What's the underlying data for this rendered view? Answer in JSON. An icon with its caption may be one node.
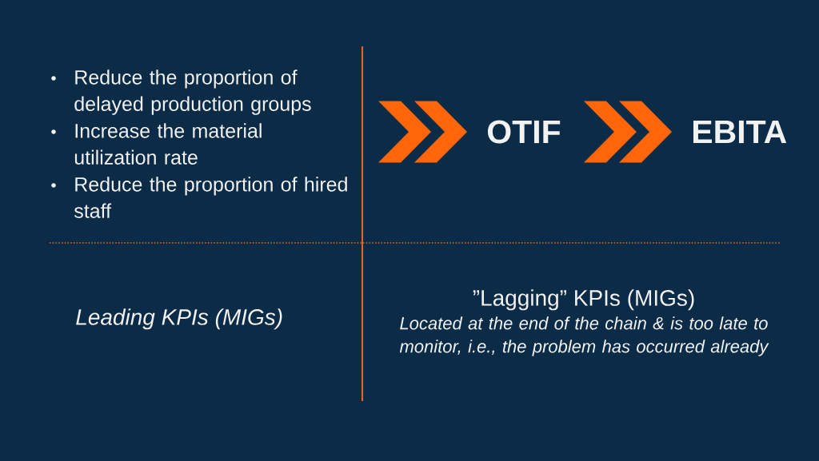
{
  "diagram": {
    "nodes": [
      {
        "text": [
          "OTIF"
        ]
      },
      {
        "text": [
          "EBITA"
        ]
      }
    ],
    "edges": [
      {
        "from": null,
        "to": 0,
        "arrow": "to"
      },
      {
        "from": 0,
        "to": 1,
        "arrow": "to"
      }
    ],
    "labels": [
      "Reduce the proportion of delayed production groups",
      "Increase the material utilization rate",
      "Reduce the proportion of hired staff",
      "Leading KPIs (MIGs)",
      "”Lagging” KPIs (MIGs)",
      "Located at the end of the chain & is too late to monitor, i.e., the problem has occurred already"
    ]
  }
}
